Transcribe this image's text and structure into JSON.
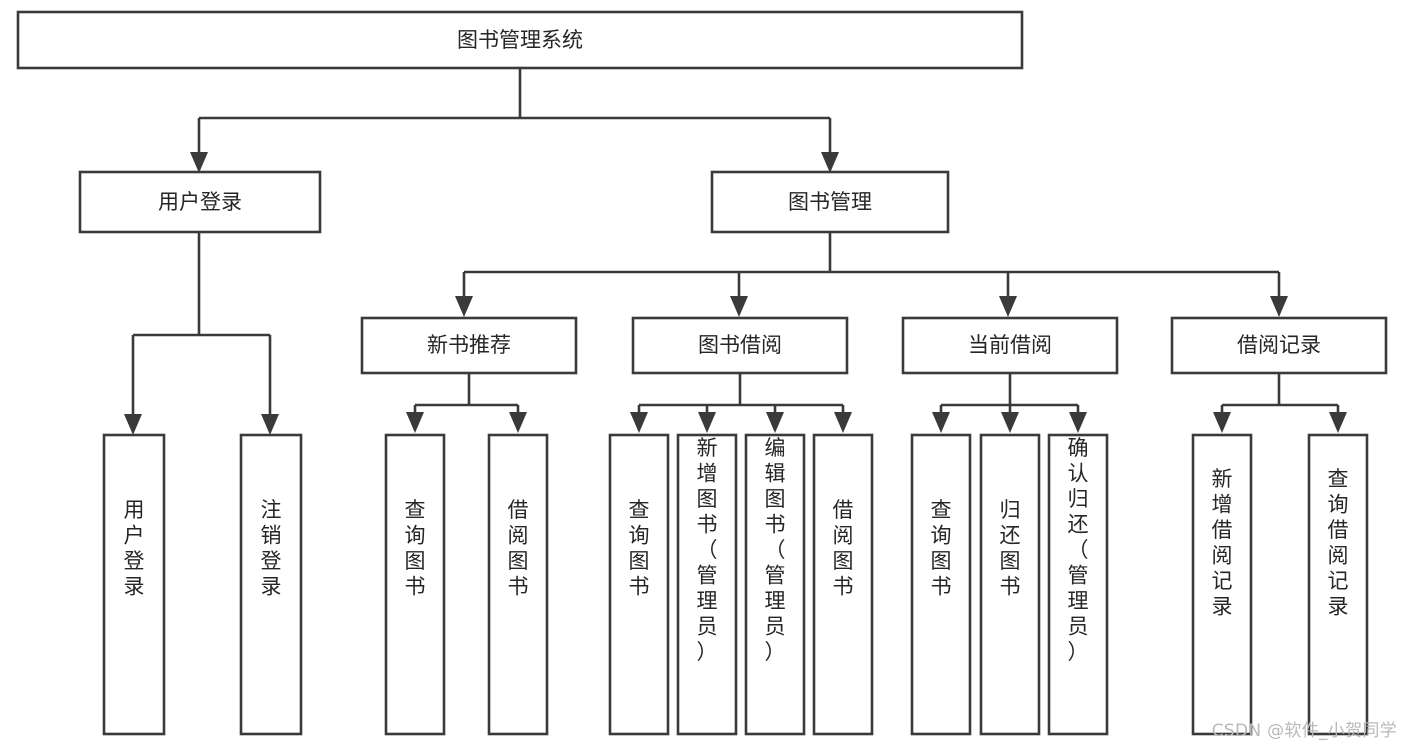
{
  "diagram": {
    "title": "图书管理系统",
    "type": "tree-hierarchy",
    "orientation": "top-down",
    "stroke_color": "#3a3a3a",
    "text_color": "#262626",
    "background_color": "#ffffff"
  },
  "nodes": {
    "root": {
      "label": "图书管理系统",
      "level": 0
    },
    "level1": [
      {
        "id": "user-login",
        "label": "用户登录"
      },
      {
        "id": "book-management",
        "label": "图书管理"
      }
    ],
    "level2": [
      {
        "id": "new-book-recommend",
        "label": "新书推荐",
        "parent": "book-management"
      },
      {
        "id": "book-borrow",
        "label": "图书借阅",
        "parent": "book-management"
      },
      {
        "id": "current-borrow",
        "label": "当前借阅",
        "parent": "book-management"
      },
      {
        "id": "borrow-record",
        "label": "借阅记录",
        "parent": "book-management"
      }
    ],
    "leaves": [
      {
        "id": "leaf-user-login",
        "label": "用户登录",
        "parent": "user-login"
      },
      {
        "id": "leaf-logout-login",
        "label": "注销登录",
        "parent": "user-login"
      },
      {
        "id": "leaf-query-book-1",
        "label": "查询图书",
        "parent": "new-book-recommend"
      },
      {
        "id": "leaf-borrow-book-1",
        "label": "借阅图书",
        "parent": "new-book-recommend"
      },
      {
        "id": "leaf-query-book-2",
        "label": "查询图书",
        "parent": "book-borrow"
      },
      {
        "id": "leaf-add-book",
        "label": "新增图书（管理员）",
        "parent": "book-borrow"
      },
      {
        "id": "leaf-edit-book",
        "label": "编辑图书（管理员）",
        "parent": "book-borrow"
      },
      {
        "id": "leaf-borrow-book-2",
        "label": "借阅图书",
        "parent": "book-borrow"
      },
      {
        "id": "leaf-query-book-3",
        "label": "查询图书",
        "parent": "current-borrow"
      },
      {
        "id": "leaf-return-book",
        "label": "归还图书",
        "parent": "current-borrow"
      },
      {
        "id": "leaf-confirm-return",
        "label": "确认归还（管理员）",
        "parent": "current-borrow"
      },
      {
        "id": "leaf-add-record",
        "label": "新增借阅记录",
        "parent": "borrow-record"
      },
      {
        "id": "leaf-query-record",
        "label": "查询借阅记录",
        "parent": "borrow-record"
      }
    ]
  },
  "watermark": {
    "text": "CSDN @软件_小贺同学"
  }
}
